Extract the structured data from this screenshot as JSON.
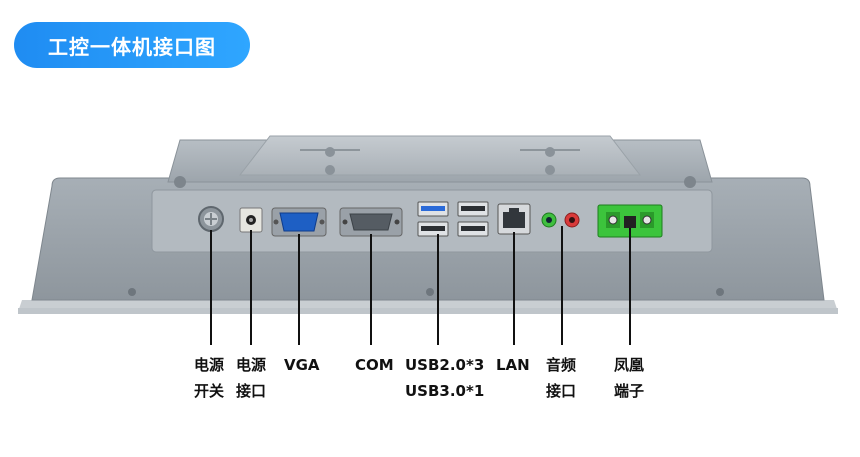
{
  "title": "工控一体机接口图",
  "colors": {
    "accent": "#1f8cf2",
    "panel": "#9aa2a9",
    "vga_blue": "#1e5fc4",
    "usb3_blue": "#2a6ad8",
    "audio_green": "#3fbf3f",
    "audio_red": "#d93a3a",
    "terminal_green": "#3cc43c",
    "leader_line": "#111111"
  },
  "ports": [
    {
      "id": "power-switch",
      "lines": [
        "电源",
        "开关"
      ]
    },
    {
      "id": "power-jack",
      "lines": [
        "电源",
        "接口"
      ]
    },
    {
      "id": "vga",
      "lines": [
        "VGA"
      ]
    },
    {
      "id": "com",
      "lines": [
        "COM"
      ]
    },
    {
      "id": "usb",
      "lines": [
        "USB2.0*3",
        "USB3.0*1"
      ]
    },
    {
      "id": "lan",
      "lines": [
        "LAN"
      ]
    },
    {
      "id": "audio",
      "lines": [
        "音频",
        "接口"
      ]
    },
    {
      "id": "phoenix-terminal",
      "lines": [
        "凤凰",
        "端子"
      ]
    }
  ]
}
